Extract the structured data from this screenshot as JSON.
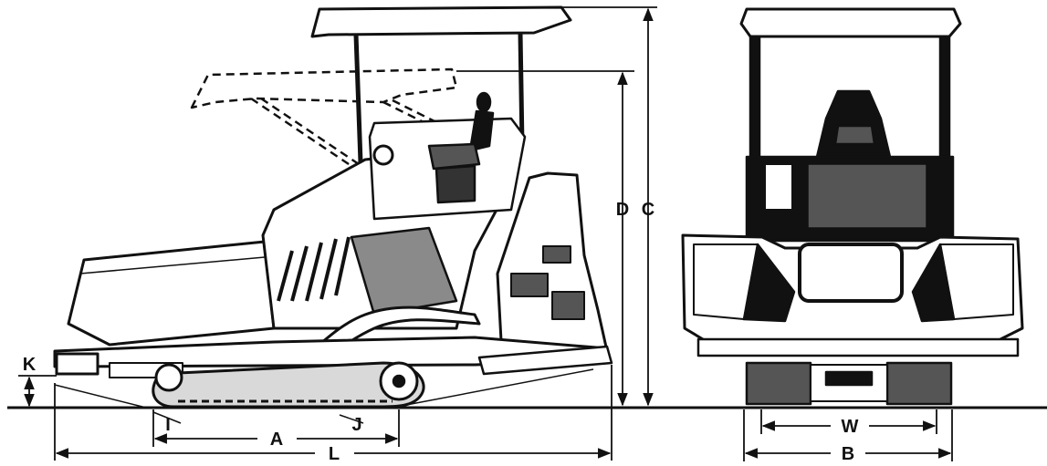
{
  "labels": {
    "A": "A",
    "B": "B",
    "C": "C",
    "D": "D",
    "I": "I",
    "J": "J",
    "K": "K",
    "L": "L",
    "W": "W"
  },
  "colors": {
    "ink": "#111111",
    "paper": "#ffffff",
    "shade": "#8a8a8a",
    "light": "#d9d9d9"
  }
}
